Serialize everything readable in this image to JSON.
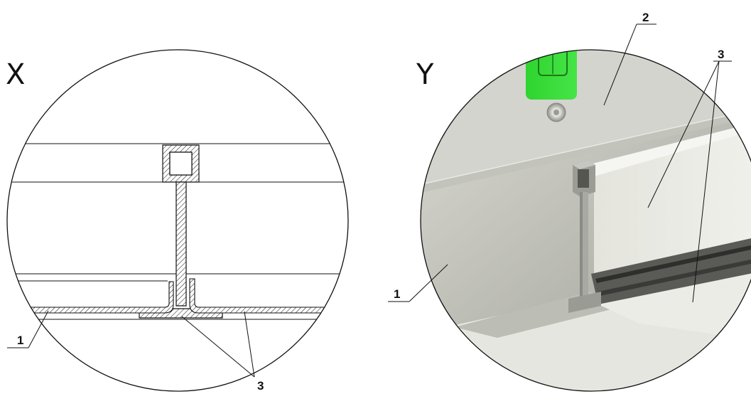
{
  "left_view": {
    "letter": "X",
    "callouts": [
      "1",
      "3"
    ]
  },
  "right_view": {
    "letter": "Y",
    "callouts": [
      "2",
      "3",
      "1"
    ]
  }
}
